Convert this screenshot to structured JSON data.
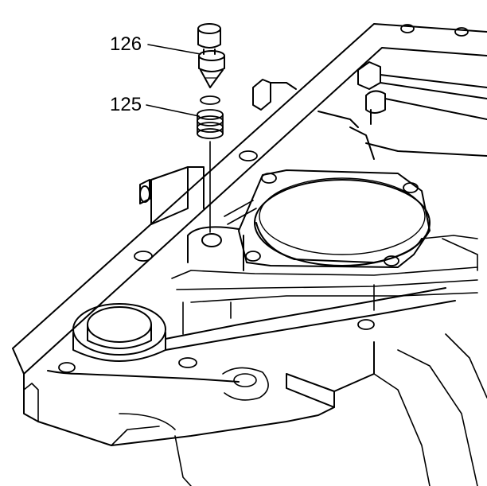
{
  "callouts": [
    {
      "id": "126",
      "label": "126",
      "part": "pressure-regulator-valve-pin"
    },
    {
      "id": "125",
      "label": "125",
      "part": "valve-spring"
    }
  ],
  "colors": {
    "line": "#000000",
    "background": "#ffffff"
  }
}
